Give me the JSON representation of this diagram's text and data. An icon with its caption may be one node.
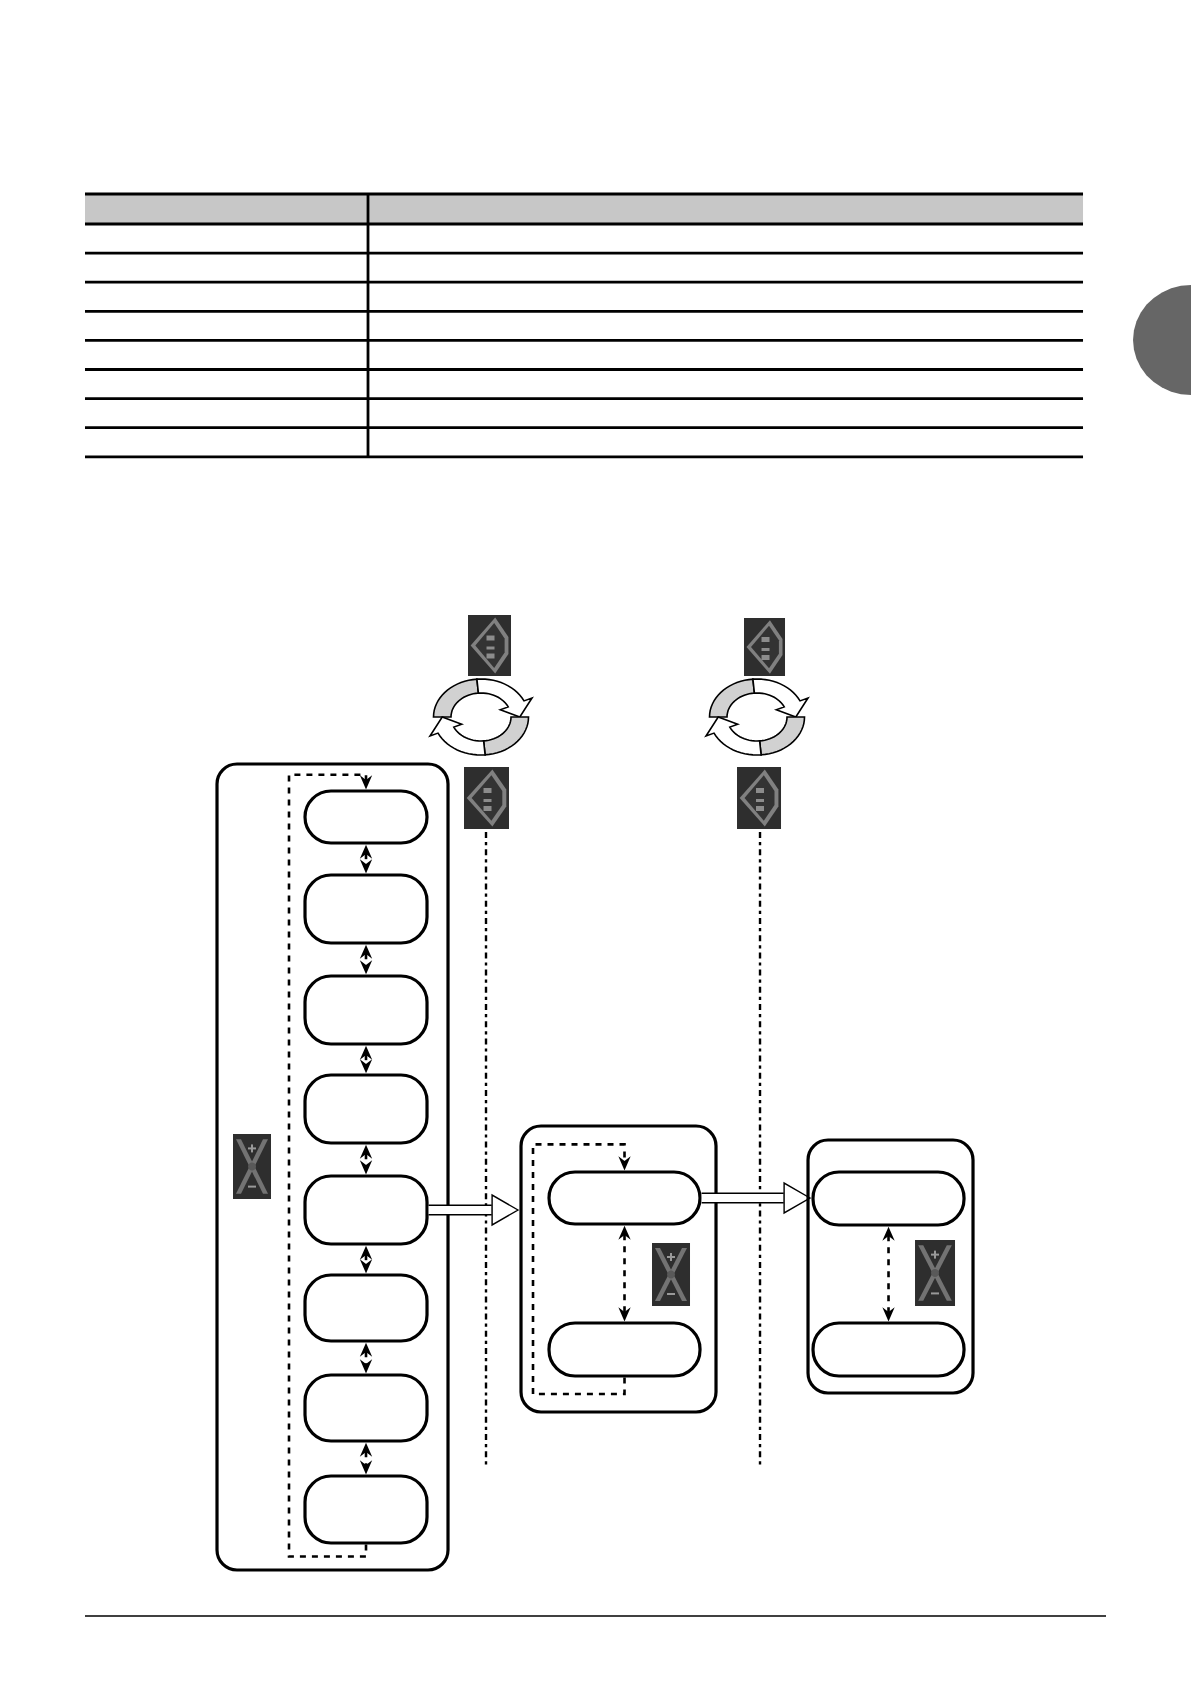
{
  "diagram": {
    "nodes": [
      {
        "text": [],
        "shape": "box"
      },
      {
        "text": [],
        "shape": "box",
        "in": 0
      },
      {
        "text": [],
        "shape": "box",
        "in": 0
      },
      {
        "text": [],
        "shape": "box",
        "in": 0
      },
      {
        "text": [],
        "shape": "box",
        "in": 0
      },
      {
        "text": [],
        "shape": "box",
        "in": 0
      },
      {
        "text": [],
        "shape": "box",
        "in": 0
      },
      {
        "text": [],
        "shape": "box",
        "in": 0
      },
      {
        "text": [],
        "shape": "box",
        "in": 0
      },
      {
        "text": [],
        "shape": "box"
      },
      {
        "text": [],
        "shape": "box",
        "in": 9
      },
      {
        "text": [],
        "shape": "box",
        "in": 9
      },
      {
        "text": [],
        "shape": "box"
      },
      {
        "text": [],
        "shape": "box",
        "in": 12
      },
      {
        "text": [],
        "shape": "box",
        "in": 12
      }
    ],
    "edges": [
      {
        "from": 8,
        "to": 1,
        "arrow": "to",
        "style": "dashed"
      },
      {
        "from": 1,
        "to": 2,
        "arrow": "both",
        "style": "dashed"
      },
      {
        "from": 2,
        "to": 3,
        "arrow": "both",
        "style": "dashed"
      },
      {
        "from": 3,
        "to": 4,
        "arrow": "both",
        "style": "dashed"
      },
      {
        "from": 4,
        "to": 5,
        "arrow": "both",
        "style": "dashed"
      },
      {
        "from": 5,
        "to": 6,
        "arrow": "both",
        "style": "dashed"
      },
      {
        "from": 6,
        "to": 7,
        "arrow": "both",
        "style": "dashed"
      },
      {
        "from": 7,
        "to": 8,
        "arrow": "both",
        "style": "dashed"
      },
      {
        "from": 5,
        "to": 9,
        "arrow": "to",
        "style": "thick"
      },
      {
        "from": 11,
        "to": 10,
        "arrow": "to",
        "style": "dashed"
      },
      {
        "from": 10,
        "to": 11,
        "arrow": "both",
        "style": "dashed"
      },
      {
        "from": 10,
        "to": 13,
        "arrow": "to",
        "style": "thick"
      },
      {
        "from": 13,
        "to": 14,
        "arrow": "both",
        "style": "dashed"
      }
    ]
  }
}
